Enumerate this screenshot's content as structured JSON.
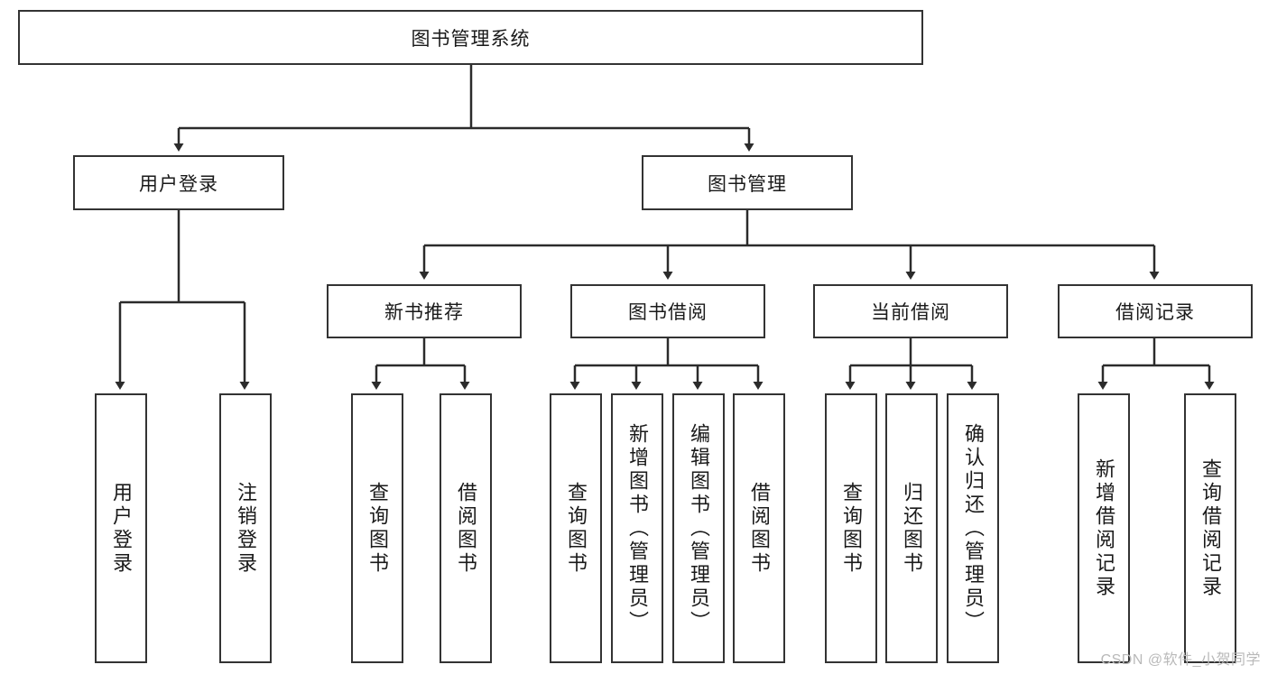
{
  "diagram": {
    "title": "图书管理系统",
    "type": "hierarchy-tree",
    "root": {
      "label": "图书管理系统"
    },
    "level2": [
      {
        "label": "用户登录"
      },
      {
        "label": "图书管理"
      }
    ],
    "level3": [
      {
        "label": "新书推荐"
      },
      {
        "label": "图书借阅"
      },
      {
        "label": "当前借阅"
      },
      {
        "label": "借阅记录"
      }
    ],
    "leaves": [
      {
        "label": "用户登录",
        "parent": "用户登录"
      },
      {
        "label": "注销登录",
        "parent": "用户登录"
      },
      {
        "label": "查询图书",
        "parent": "新书推荐"
      },
      {
        "label": "借阅图书",
        "parent": "新书推荐"
      },
      {
        "label": "查询图书",
        "parent": "图书借阅"
      },
      {
        "label": "新增图书（管理员）",
        "parent": "图书借阅"
      },
      {
        "label": "编辑图书（管理员）",
        "parent": "图书借阅"
      },
      {
        "label": "借阅图书",
        "parent": "图书借阅"
      },
      {
        "label": "查询图书",
        "parent": "当前借阅"
      },
      {
        "label": "归还图书",
        "parent": "当前借阅"
      },
      {
        "label": "确认归还（管理员）",
        "parent": "当前借阅"
      },
      {
        "label": "新增借阅记录",
        "parent": "借阅记录"
      },
      {
        "label": "查询借阅记录",
        "parent": "借阅记录"
      }
    ]
  },
  "watermark": {
    "text": "CSDN @软件_小贺同学"
  },
  "colors": {
    "stroke": "#333333",
    "text": "#1a1a1a",
    "background": "#ffffff",
    "watermark": "#b9b9b9"
  }
}
